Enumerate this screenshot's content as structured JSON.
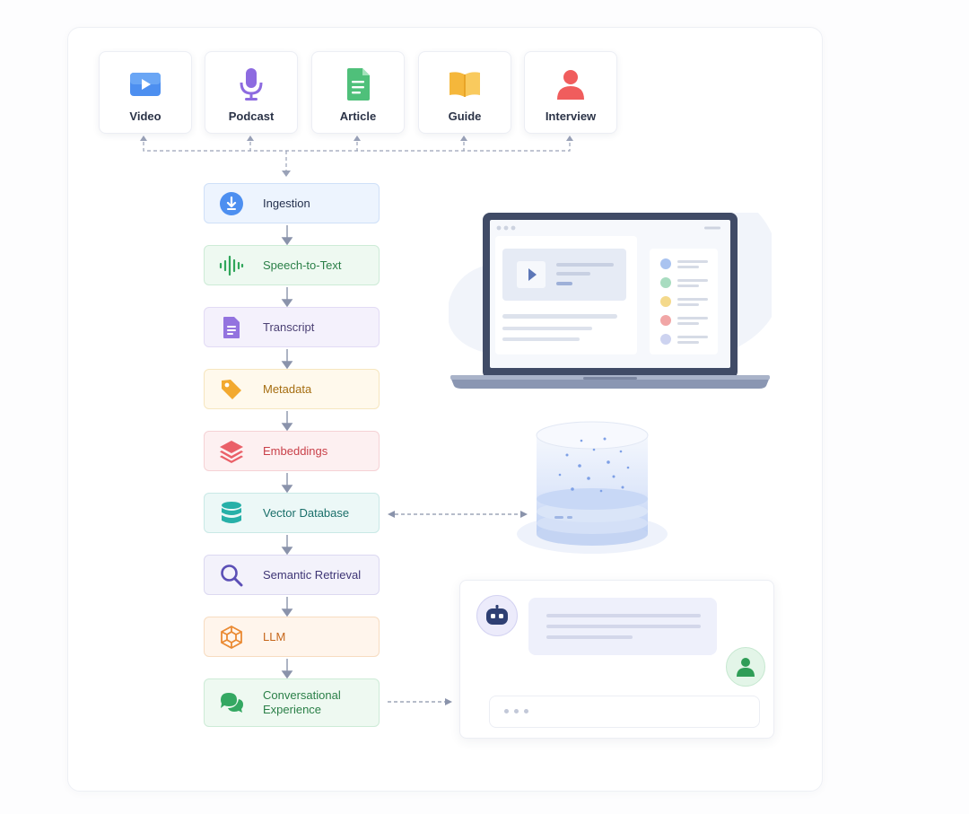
{
  "sources": [
    {
      "label": "Video",
      "icon": "video-icon"
    },
    {
      "label": "Podcast",
      "icon": "microphone-icon"
    },
    {
      "label": "Article",
      "icon": "document-icon"
    },
    {
      "label": "Guide",
      "icon": "book-icon"
    },
    {
      "label": "Interview",
      "icon": "person-icon"
    }
  ],
  "pipeline": [
    {
      "label": "Ingestion",
      "icon": "download-icon",
      "color": "#3f7fe0",
      "bg": "#edf4fe",
      "border": "#cfe0f8"
    },
    {
      "label": "Speech-to-Text",
      "icon": "waveform-icon",
      "color": "#2fa65a",
      "bg": "#eef9f1",
      "border": "#cdebd7"
    },
    {
      "label": "Transcript",
      "icon": "transcript-icon",
      "color": "#8a63d6",
      "bg": "#f4f1fc",
      "border": "#e2dbf5"
    },
    {
      "label": "Metadata",
      "icon": "tag-icon",
      "color": "#e19a1f",
      "bg": "#fff9ec",
      "border": "#f6e6bf"
    },
    {
      "label": "Embeddings",
      "icon": "layers-icon",
      "color": "#e0565e",
      "bg": "#fdf0f1",
      "border": "#f5d2d5"
    },
    {
      "label": "Vector Database",
      "icon": "database-icon",
      "color": "#1f9c96",
      "bg": "#ecf8f7",
      "border": "#c9e9e6"
    },
    {
      "label": "Semantic Retrieval",
      "icon": "search-icon",
      "color": "#5b4fb6",
      "bg": "#f3f2fb",
      "border": "#dcd9f1"
    },
    {
      "label": "LLM",
      "icon": "llm-network-icon",
      "color": "#ea8a33",
      "bg": "#fff5ec",
      "border": "#f7dcc1"
    },
    {
      "label": "Conversational\nExperience",
      "icon": "chat-bubbles-icon",
      "color": "#2f9d57",
      "bg": "#eef9f1",
      "border": "#cdebd7"
    }
  ]
}
